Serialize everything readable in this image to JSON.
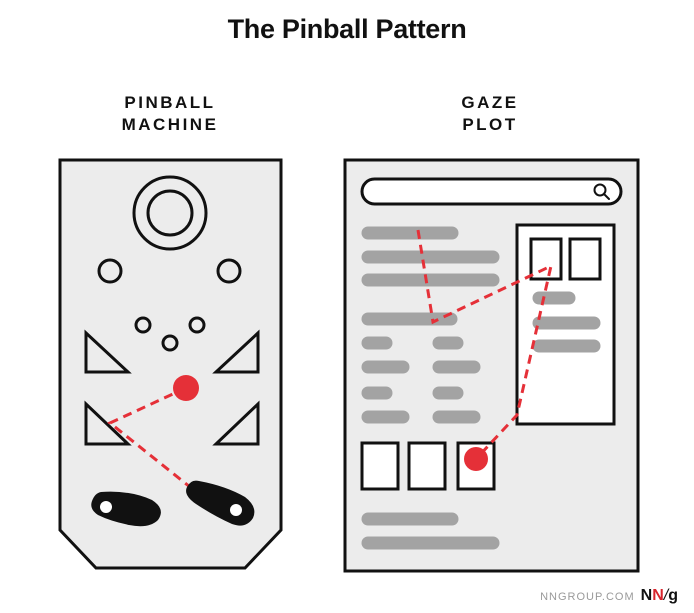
{
  "title": "The Pinball Pattern",
  "left_heading": {
    "line1": "PINBALL",
    "line2": "MACHINE"
  },
  "right_heading": {
    "line1": "GAZE",
    "line2": "PLOT"
  },
  "footer": {
    "site": "NNGROUP.COM",
    "logo_n1": "N",
    "logo_n2": "N",
    "logo_slash": "/",
    "logo_g": "g"
  },
  "colors": {
    "accent": "#e53038",
    "panel_fill": "#ececec",
    "stroke": "#111111",
    "bar": "#a3a3a3"
  },
  "icons": {
    "search": "search-icon"
  }
}
